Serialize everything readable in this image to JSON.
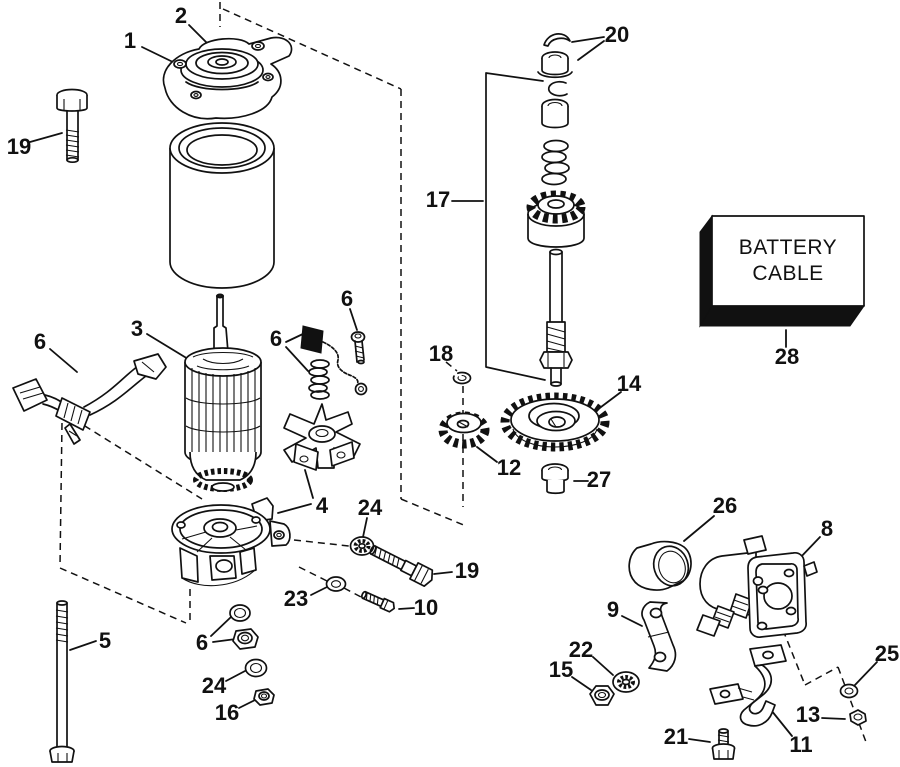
{
  "diagram": {
    "kind": "exploded-parts-diagram",
    "battery_box": {
      "line1": "BATTERY",
      "line2": "CABLE"
    },
    "callouts": [
      {
        "label": "2"
      },
      {
        "label": "1"
      },
      {
        "label": "19"
      },
      {
        "label": "20"
      },
      {
        "label": "17"
      },
      {
        "label": "28"
      },
      {
        "label": "3"
      },
      {
        "label": "6"
      },
      {
        "label": "6"
      },
      {
        "label": "6"
      },
      {
        "label": "18"
      },
      {
        "label": "14"
      },
      {
        "label": "12"
      },
      {
        "label": "27"
      },
      {
        "label": "4"
      },
      {
        "label": "24"
      },
      {
        "label": "19"
      },
      {
        "label": "23"
      },
      {
        "label": "10"
      },
      {
        "label": "5"
      },
      {
        "label": "6"
      },
      {
        "label": "24"
      },
      {
        "label": "16"
      },
      {
        "label": "26"
      },
      {
        "label": "8"
      },
      {
        "label": "9"
      },
      {
        "label": "22"
      },
      {
        "label": "15"
      },
      {
        "label": "25"
      },
      {
        "label": "13"
      },
      {
        "label": "11"
      },
      {
        "label": "21"
      }
    ]
  }
}
